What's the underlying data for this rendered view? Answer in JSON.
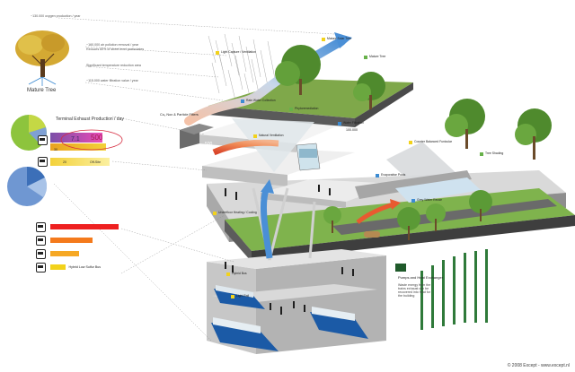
{
  "tree": {
    "caption": "Mature Tree",
    "notes": [
      "~130.000 oxygen production / year",
      "~160.000 air pollution removal / year",
      "Reduces 60% of street level particulates",
      "Significant temperature reduction area",
      "~115.000 water filtration value / year"
    ]
  },
  "terminal": {
    "title": "Terminal Exhaust Production / day",
    "values": [
      "7.1",
      "500"
    ],
    "offsite_label": "Off-Site",
    "bus_values": [
      "30",
      "20"
    ]
  },
  "fuel": {
    "bars": [
      {
        "label": "",
        "value": 1.0,
        "color": "#ee2020"
      },
      {
        "label": "",
        "value": 0.62,
        "color": "#f47a1c"
      },
      {
        "label": "",
        "value": 0.42,
        "color": "#f6a824"
      },
      {
        "label": "Hybrid Low Sulfur Bus",
        "value": 0.23,
        "color": "#f2d21b"
      }
    ]
  },
  "scene_labels": [
    {
      "text": "Mature Solar Tree",
      "color": "yellow"
    },
    {
      "text": "Light Capture / Ventilation",
      "color": "yellow"
    },
    {
      "text": "Mature Tree",
      "color": "green"
    },
    {
      "text": "Rain Water Collection",
      "color": "blue"
    },
    {
      "text": "Phytoremediation",
      "color": "green"
    },
    {
      "text": "Water Filtration",
      "color": "blue"
    },
    {
      "text": "Natural Ventilation",
      "color": "yellow"
    },
    {
      "text": "Counter Balanced Funicular",
      "color": "yellow"
    },
    {
      "text": "Tree Shading",
      "color": "green"
    },
    {
      "text": "Evaporative Pools",
      "color": "blue"
    },
    {
      "text": "Grey Water Reuse",
      "color": "blue"
    },
    {
      "text": "Underfloor Heating / Cooling",
      "color": "yellow"
    },
    {
      "text": "Hybrid Bus",
      "color": "yellow"
    },
    {
      "text": "Light Rail",
      "color": "yellow"
    }
  ],
  "co2_label": "Co₂ Nox & Particle Filters",
  "flow_values": [
    "500",
    "100.000"
  ],
  "heat": {
    "title": "Pumps and Heat Exchanger",
    "desc": "Waste energy from the trains exhaust can be recovered into heat for the building"
  },
  "footer": "© 2008 Except - www.except.nl"
}
